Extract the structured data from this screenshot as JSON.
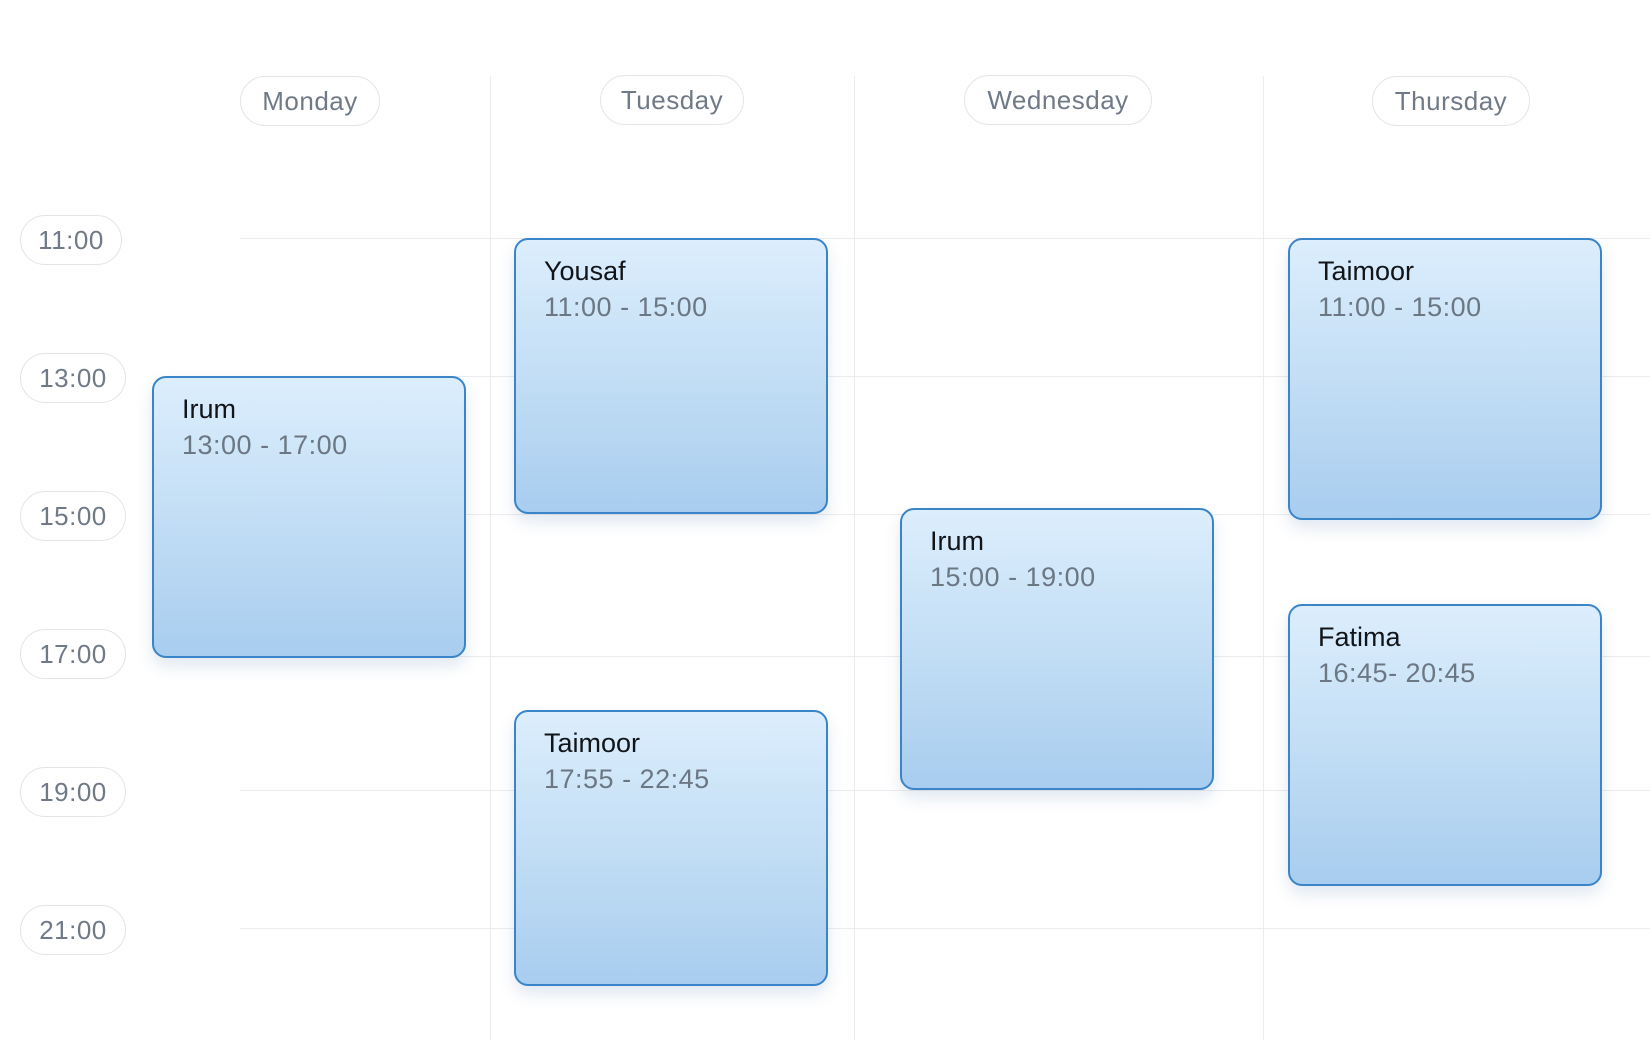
{
  "days": [
    {
      "label": "Monday"
    },
    {
      "label": "Tuesday"
    },
    {
      "label": "Wednesday"
    },
    {
      "label": "Thursday"
    }
  ],
  "times": [
    {
      "label": "11:00"
    },
    {
      "label": "13:00"
    },
    {
      "label": "15:00"
    },
    {
      "label": "17:00"
    },
    {
      "label": "19:00"
    },
    {
      "label": "21:00"
    }
  ],
  "events": [
    {
      "name": "Irum",
      "time": "13:00 - 17:00",
      "day": "Monday"
    },
    {
      "name": "Yousaf",
      "time": "11:00 - 15:00",
      "day": "Tuesday"
    },
    {
      "name": "Taimoor",
      "time": "17:55 - 22:45",
      "day": "Tuesday"
    },
    {
      "name": "Irum",
      "time": "15:00 - 19:00",
      "day": "Wednesday"
    },
    {
      "name": "Taimoor",
      "time": "11:00 - 15:00",
      "day": "Thursday"
    },
    {
      "name": "Fatima",
      "time": "16:45- 20:45",
      "day": "Thursday"
    }
  ],
  "colors": {
    "event_border": "#3a84c8",
    "event_fill_top": "#dceefd",
    "event_fill_bottom": "#a8cdef",
    "gridline": "#ececee",
    "muted_text": "#707a87"
  }
}
